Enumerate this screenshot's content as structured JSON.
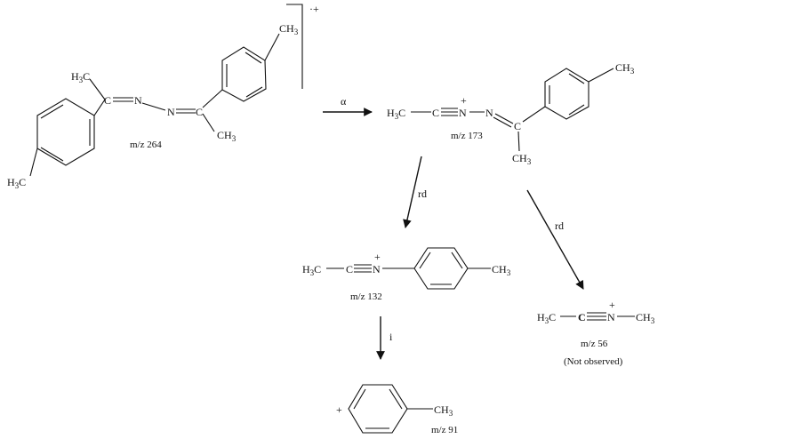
{
  "molecules": {
    "parent": {
      "mz": "m/z 264",
      "charge": "·+"
    },
    "ion173": {
      "mz": "m/z 173",
      "charge": "+"
    },
    "ion132": {
      "mz": "m/z 132",
      "charge": "+"
    },
    "ion56": {
      "mz": "m/z 56",
      "note": "(Not observed)",
      "charge": "+"
    },
    "ion91": {
      "mz": "m/z 91",
      "charge": "+"
    }
  },
  "atoms": {
    "carbon": "C",
    "nitrogen": "N",
    "methyl_head": "H",
    "methyl_tail": "C",
    "subscript": "3"
  },
  "arrows": {
    "alpha": "α",
    "rd1": "rd",
    "rd2": "rd",
    "i": "i"
  },
  "colors": {
    "ink": "#111111",
    "background": "#ffffff"
  }
}
